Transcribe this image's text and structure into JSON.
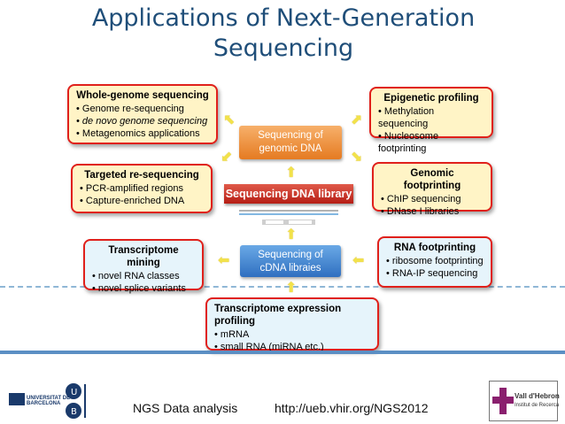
{
  "title": {
    "line1": "Applications of Next-Generation",
    "line2": "Sequencing"
  },
  "boxes": {
    "wgs": {
      "title": "Whole-genome sequencing",
      "items": [
        "Genome re-sequencing",
        "de novo genome sequencing",
        "Metagenomics applications"
      ]
    },
    "epigenetic": {
      "title": "Epigenetic profiling",
      "items": [
        "Methylation sequencing",
        "Nucleosome footprinting"
      ]
    },
    "targeted": {
      "title": "Targeted re-sequencing",
      "items": [
        "PCR-amplified regions",
        "Capture-enriched DNA"
      ]
    },
    "genomic_fp": {
      "title": "Genomic footprinting",
      "items": [
        "ChIP sequencing",
        "DNase I libraries"
      ]
    },
    "transcriptome_mining": {
      "title": "Transcriptome mining",
      "items": [
        "novel RNA classes",
        "novel splice variants"
      ]
    },
    "rna_fp": {
      "title": "RNA footprinting",
      "items": [
        "ribosome footprinting",
        "RNA-IP sequencing"
      ]
    },
    "expression": {
      "title": "Transcriptome expression profiling",
      "items": [
        "mRNA",
        "small RNA (miRNA etc.)"
      ]
    }
  },
  "center": {
    "genomic_line1": "Sequencing of",
    "genomic_line2": "genomic DNA",
    "library": "Sequencing DNA library",
    "cdna_line1": "Sequencing of",
    "cdna_line2": "cDNA libraies"
  },
  "footer": {
    "left": "NGS Data analysis",
    "right": "http://ueb.vhir.org/NGS2012"
  },
  "logos": {
    "ub": "UNIVERSITAT DE BARCELONA",
    "vh_line1": "Vall d'Hebron",
    "vh_line2": "Institut de Recerca"
  },
  "colors": {
    "title": "#1f4e79",
    "box_border": "#e0201b",
    "box_fill": "#fff4c6",
    "box_fill_blue": "#e6f4fb",
    "arrow": "#f2e24a"
  }
}
